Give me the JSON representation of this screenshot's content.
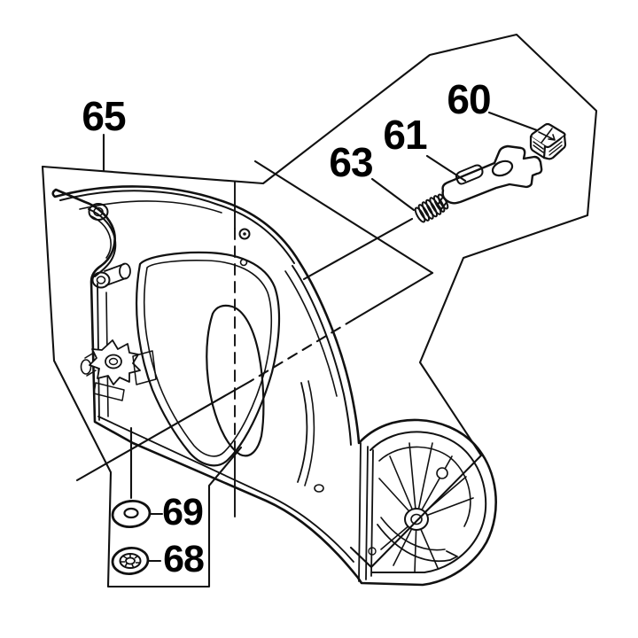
{
  "page": {
    "background": "#ffffff",
    "line_color": "#111111",
    "kind": "exploded parts diagram"
  },
  "callouts": [
    {
      "number": "65",
      "part": "blade-case-housing"
    },
    {
      "number": "60",
      "part": "square-clip-nut"
    },
    {
      "number": "61",
      "part": "lever-plate"
    },
    {
      "number": "63",
      "part": "compression-spring"
    },
    {
      "number": "69",
      "part": "flat-washer"
    },
    {
      "number": "68",
      "part": "tooth-lock-washer"
    }
  ]
}
